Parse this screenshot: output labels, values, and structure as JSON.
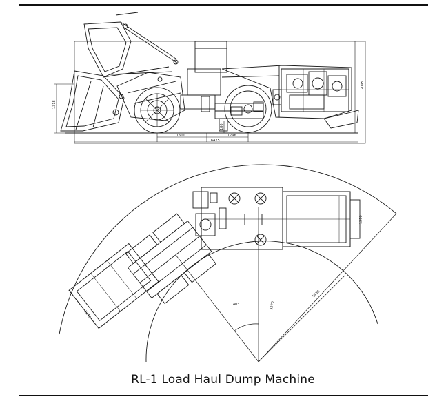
{
  "caption": "RL-1 Load Haul Dump Machine",
  "dimensions": {
    "height_left": "1318",
    "height_right": "2095",
    "wheelbase": "1600",
    "rear_length": "1796",
    "overall_length": "6425",
    "ground": "180",
    "plan_width": "1290",
    "bucket_width": "1240",
    "steer_angle": "40°",
    "inner_radius": "3270",
    "outer_radius": "5430"
  },
  "colors": {
    "line": "#1a1a1a",
    "frame": "#111111"
  }
}
